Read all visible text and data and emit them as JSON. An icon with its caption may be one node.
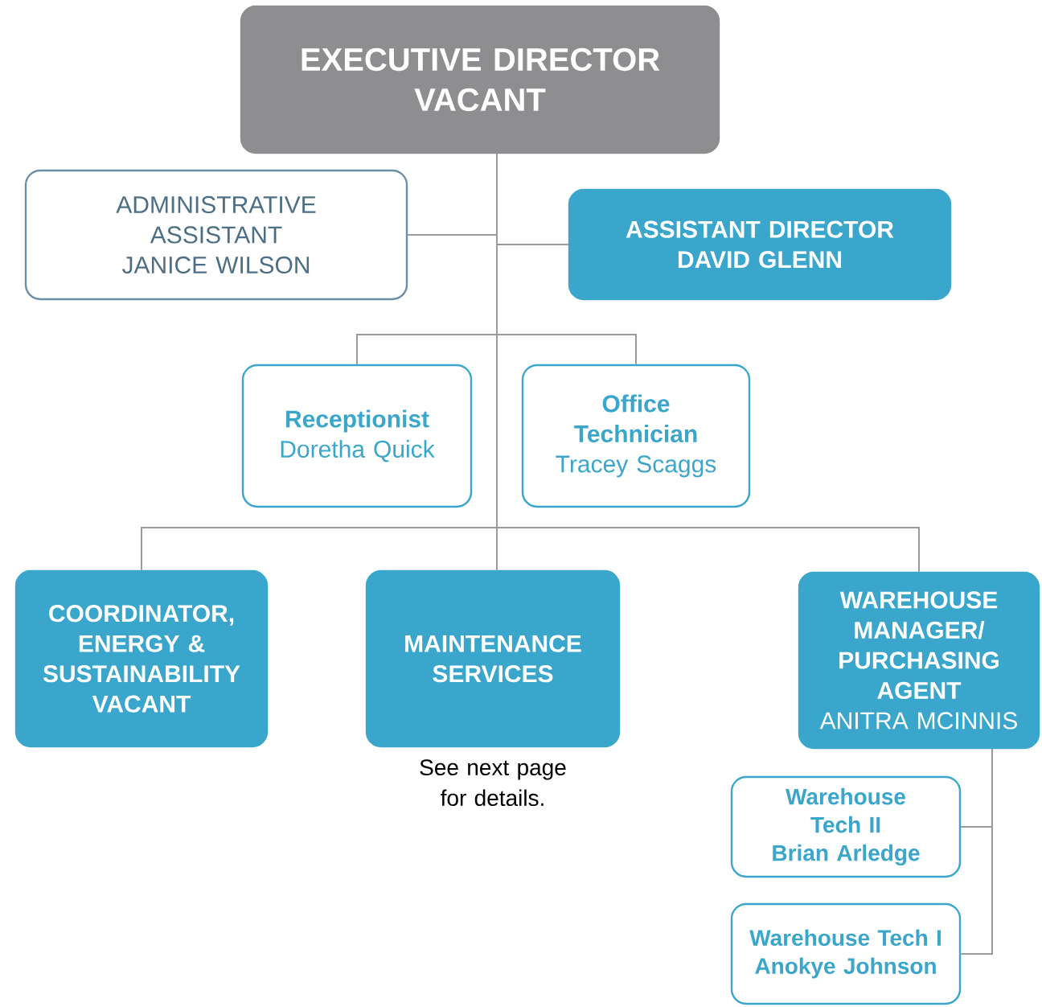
{
  "diagram": {
    "nodes": [
      {
        "text": [
          "EXECUTIVE DIRECTOR",
          "VACANT"
        ]
      },
      {
        "text": [
          "ADMINISTRATIVE ASSISTANT",
          "JANICE WILSON"
        ]
      },
      {
        "text": [
          "ASSISTANT DIRECTOR",
          "DAVID GLENN"
        ]
      },
      {
        "text": [
          "Receptionist",
          "Doretha Quick"
        ]
      },
      {
        "text": [
          "Office Technician",
          "Tracey Scaggs"
        ]
      },
      {
        "text": [
          "COORDINATOR, ENERGY & SUSTAINABILITY",
          "VACANT"
        ]
      },
      {
        "text": [
          "MAINTENANCE SERVICES"
        ],
        "beside": [
          "See next page for details."
        ]
      },
      {
        "text": [
          "WAREHOUSE MANAGER/ PURCHASING AGENT",
          "ANITRA MCINNIS"
        ]
      },
      {
        "text": [
          "Warehouse Tech II",
          "Brian Arledge"
        ]
      },
      {
        "text": [
          "Warehouse Tech I",
          "Anokye Johnson"
        ]
      }
    ],
    "edges": [
      {
        "from": 0,
        "to": 1,
        "arrow": "none"
      },
      {
        "from": 0,
        "to": 2,
        "arrow": "none"
      },
      {
        "from": 0,
        "to": 3,
        "arrow": "none"
      },
      {
        "from": 0,
        "to": 4,
        "arrow": "none"
      },
      {
        "from": 0,
        "to": 5,
        "arrow": "none"
      },
      {
        "from": 0,
        "to": 6,
        "arrow": "none"
      },
      {
        "from": 0,
        "to": 7,
        "arrow": "none"
      },
      {
        "from": 7,
        "to": 8,
        "arrow": "none"
      },
      {
        "from": 7,
        "to": 9,
        "arrow": "none"
      }
    ]
  }
}
